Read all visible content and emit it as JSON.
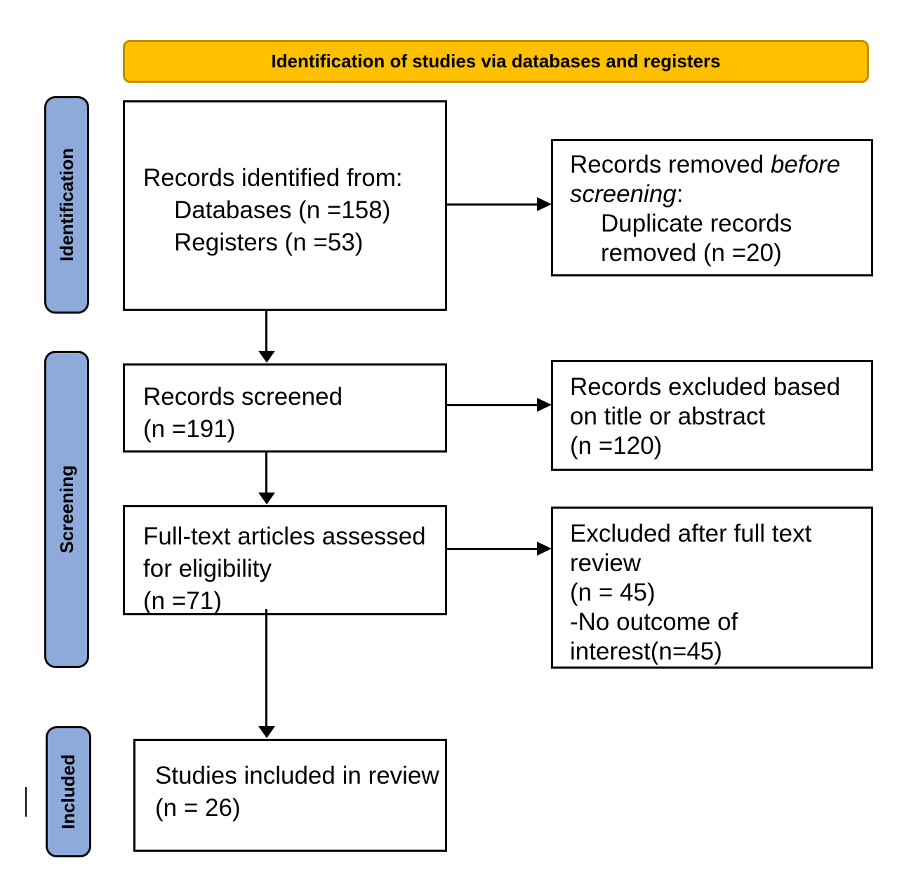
{
  "banner": {
    "title": "Identification of studies via databases and registers"
  },
  "stages": {
    "identification": "Identification",
    "screening": "Screening",
    "included": "Included"
  },
  "boxes": {
    "records_identified": {
      "lines": [
        "Records identified from:",
        "Databases (n =158)",
        "Registers (n =53)"
      ]
    },
    "records_removed": {
      "line1_normal": "Records removed ",
      "line1_italic": "before",
      "line2_italic": "screening",
      "line2_normal": ":",
      "lines": [
        "Duplicate records",
        "removed (n =20)"
      ]
    },
    "records_screened": {
      "lines": [
        "Records screened",
        "(n =191)"
      ]
    },
    "records_excluded": {
      "lines": [
        "Records excluded based",
        "on title or abstract",
        "(n =120)"
      ]
    },
    "fulltext_assessed": {
      "lines": [
        "Full-text articles assessed",
        "for eligibility",
        "(n =71)"
      ]
    },
    "excluded_fulltext": {
      "lines": [
        "Excluded after full text",
        "review",
        "(n = 45)",
        "-No outcome of",
        "interest(n=45)"
      ]
    },
    "studies_included": {
      "lines": [
        "Studies included in review",
        "(n = 26)"
      ]
    }
  },
  "colors": {
    "banner_fill": "#FFC000",
    "banner_border": "#BF9000",
    "stage_fill": "#8EAADB",
    "box_border": "#000000"
  }
}
